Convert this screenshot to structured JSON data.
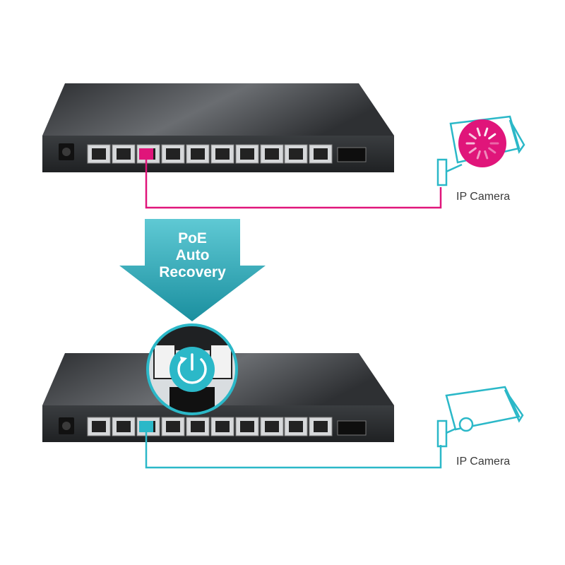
{
  "colors": {
    "fault": "#e0157a",
    "recovered": "#2bb8c8",
    "arrow": "#1c96a6",
    "switch_body": "#3a3c3f",
    "switch_face": "#27292b"
  },
  "arrow": {
    "line1": "PoE",
    "line2": "Auto",
    "line3": "Recovery"
  },
  "cameras": {
    "top_label": "IP Camera",
    "bottom_label": "IP Camera"
  },
  "icons": {
    "top_camera": "ip-camera-icon",
    "loading": "loading-spinner-icon",
    "recovery": "power-recovery-icon",
    "bottom_camera": "ip-camera-icon"
  }
}
